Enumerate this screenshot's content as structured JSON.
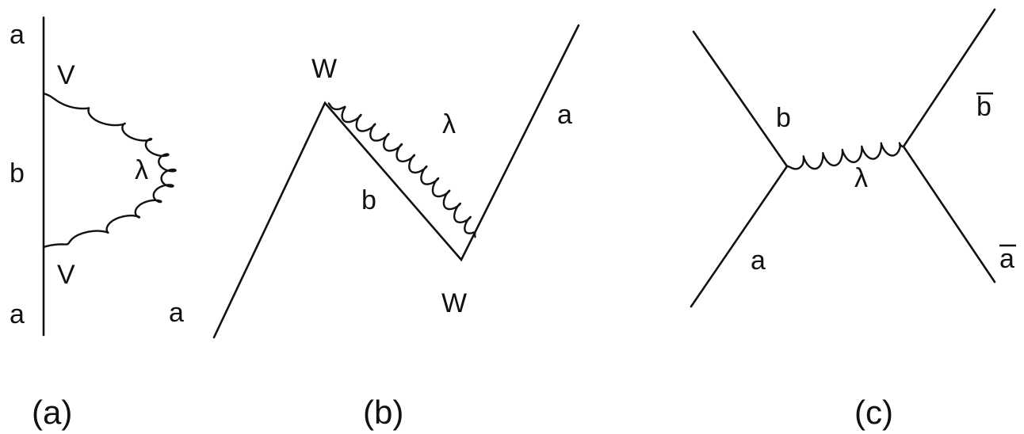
{
  "panels": [
    {
      "caption": "(a)",
      "labels": {
        "top_end": "a",
        "top_vertex": "V",
        "middle_line": "b",
        "wavy": "λ",
        "bottom_vertex": "V",
        "bottom_end": "a"
      }
    },
    {
      "caption": "(b)",
      "labels": {
        "top_vertex": "W",
        "wavy": "λ",
        "right_line": "a",
        "middle_line": "b",
        "bottom_vertex": "W",
        "left_line": "a"
      }
    },
    {
      "caption": "(c)",
      "labels": {
        "upper_left": "b",
        "wavy": "λ",
        "upper_right": "b",
        "lower_left": "a",
        "lower_right": "a"
      }
    }
  ]
}
